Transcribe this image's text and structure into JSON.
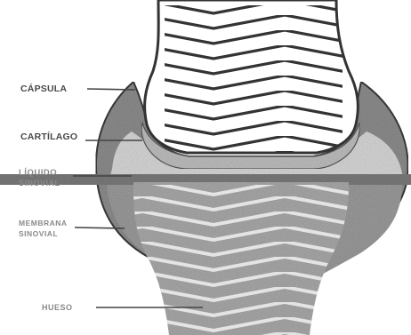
{
  "labels": {
    "capsula": "CÁPSULA",
    "cartilago": "CARTÍLAGO",
    "liquido_line1": "LÍQUIDO",
    "liquido_line2": "SINOVIAL",
    "membrana_line1": "MEMBRANA",
    "membrana_line2": "SINOVIAL",
    "hueso": "HUESO"
  },
  "colors": {
    "bone_outline": "#3c3c3c",
    "bone_fill": "#ffffff",
    "hatch": "#333333",
    "capsule": "#8c8c8c",
    "cartilage": "#bdbdbd",
    "fluid": "#d6d6d6",
    "membrane": "#9a9a9a",
    "lower_bone": "#a8a8a8"
  }
}
